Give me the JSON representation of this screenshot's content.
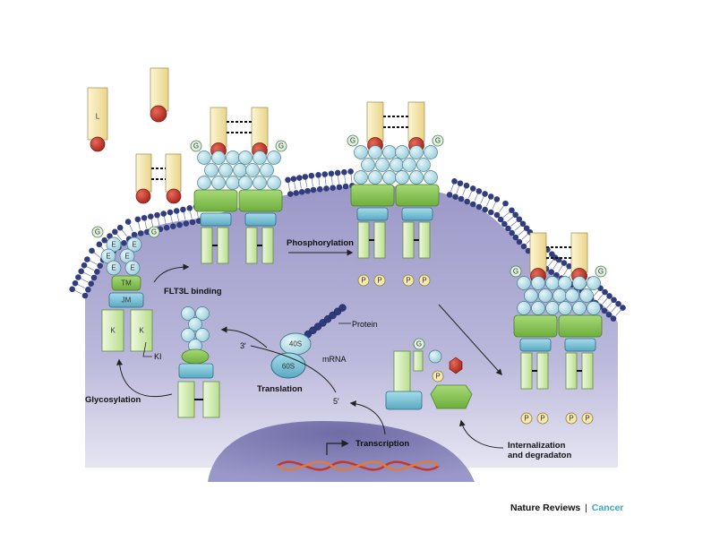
{
  "labels": {
    "ligand": "L",
    "glyco_tag": "G",
    "ext_domain": "E",
    "tm": "TM",
    "jm": "JM",
    "kinase": "K",
    "ki": "KI",
    "phospho": "P",
    "ribosome_40s": "40S",
    "ribosome_60s": "60S",
    "protein": "Protein",
    "mrna": "mRNA",
    "three_prime": "3′",
    "five_prime": "5′"
  },
  "captions": {
    "flt3l_binding": "FLT3L binding",
    "phosphorylation": "Phosphorylation",
    "translation": "Translation",
    "glycosylation": "Glycosylation",
    "transcription": "Transcription",
    "internalization": "Internalization",
    "degradation": "and degradaton"
  },
  "footer": {
    "journal": "Nature Reviews",
    "separator": "|",
    "section": "Cancer"
  },
  "colors": {
    "cytoplasm": "#a8a6cf",
    "nucleus": "#8582b6",
    "membrane_bead": "#323d7e",
    "ligand_stalk": "#f6e7a9",
    "ligand_ball": "#c8352a",
    "ext_ball": "#bde3ec",
    "tm_green": "#8ecb5a",
    "jm_blue": "#7fc4d8",
    "kinase_green": "#d7eeb5",
    "accent": "#3aa6c9"
  }
}
